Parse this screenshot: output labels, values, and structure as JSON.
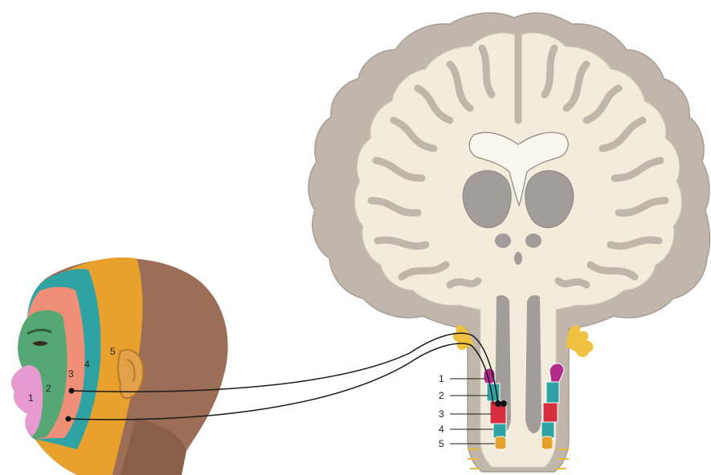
{
  "face_labels": [
    "1",
    "2",
    "3",
    "4",
    "5"
  ],
  "brainstem_labels": [
    "1",
    "2",
    "3",
    "4",
    "5"
  ],
  "colors": {
    "zone1": "#e79ad0",
    "zone2": "#55a873",
    "zone3": "#ef8f78",
    "zone4": "#2fa3a4",
    "zone5": "#e8a12c",
    "nucleus_magenta": "#b02a86",
    "nucleus_red": "#d62d3f",
    "white_matter": "#f3ecdc",
    "gray_matter": "#b8aea5",
    "deep_gray": "#a39d9a"
  }
}
